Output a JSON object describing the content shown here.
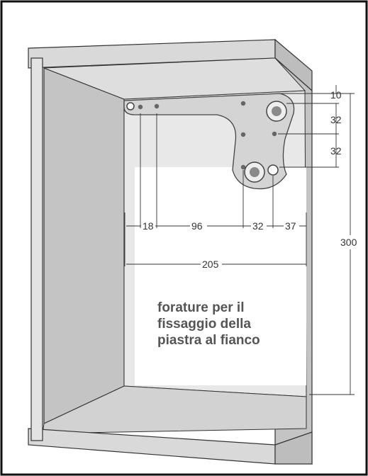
{
  "dimensions": {
    "top_offset": "10",
    "spacing_upper": "32",
    "spacing_lower": "32",
    "height_total": "300",
    "h_18": "18",
    "h_96": "96",
    "h_32": "32",
    "h_37": "37",
    "width_total": "205"
  },
  "caption": {
    "line1": "forature per il",
    "line2": "fissaggio della",
    "line3": "piastra al fianco"
  },
  "colors": {
    "cabinet_side": "#c8c8c8",
    "cabinet_back": "#e6e6e6",
    "plate": "#d7d7d7",
    "outline": "#333333"
  }
}
